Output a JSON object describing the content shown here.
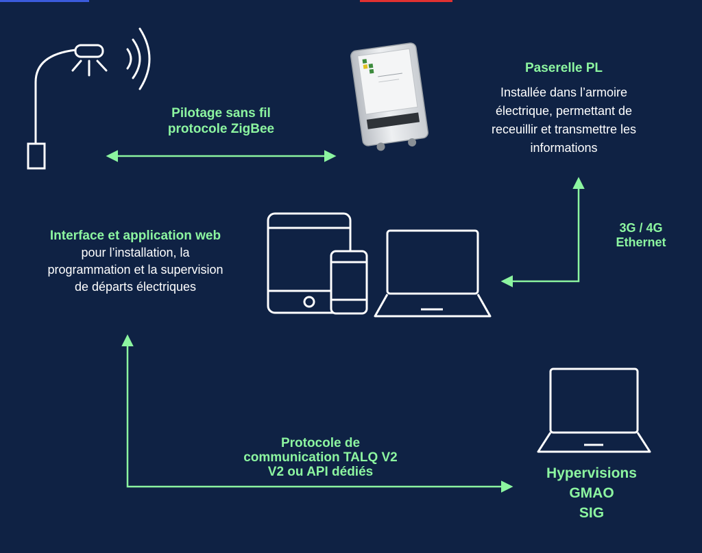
{
  "colors": {
    "background": "#0f2244",
    "accent": "#8cf5a0",
    "text": "#ffffff",
    "stroke": "#ffffff"
  },
  "icons": [
    "street-light-icon",
    "wireless-waves-icon",
    "gateway-device-icon",
    "tablet-icon",
    "smartphone-icon",
    "laptop-icon"
  ],
  "labels": {
    "zigbee_line1": "Pilotage sans fil",
    "zigbee_line2": "protocole ZigBee",
    "gateway_title": "Paserelle PL",
    "gateway_desc_1": "Installée dans l’armoire",
    "gateway_desc_2": "électrique, permettant de",
    "gateway_desc_3": "receuillir et transmettre les",
    "gateway_desc_4": "informations",
    "network_line1": "3G / 4G",
    "network_line2": "Ethernet",
    "webapp_title": "Interface et application web",
    "webapp_desc_1": "pour l’installation, la",
    "webapp_desc_2": "programmation et la supervision",
    "webapp_desc_3": "de départs électriques",
    "protocol_line1": "Protocole de",
    "protocol_line2": "communication TALQ V2",
    "protocol_line3": "V2 ou API dédiés",
    "supervision_line1": "Hypervisions",
    "supervision_line2": "GMAO",
    "supervision_line3": "SIG"
  }
}
